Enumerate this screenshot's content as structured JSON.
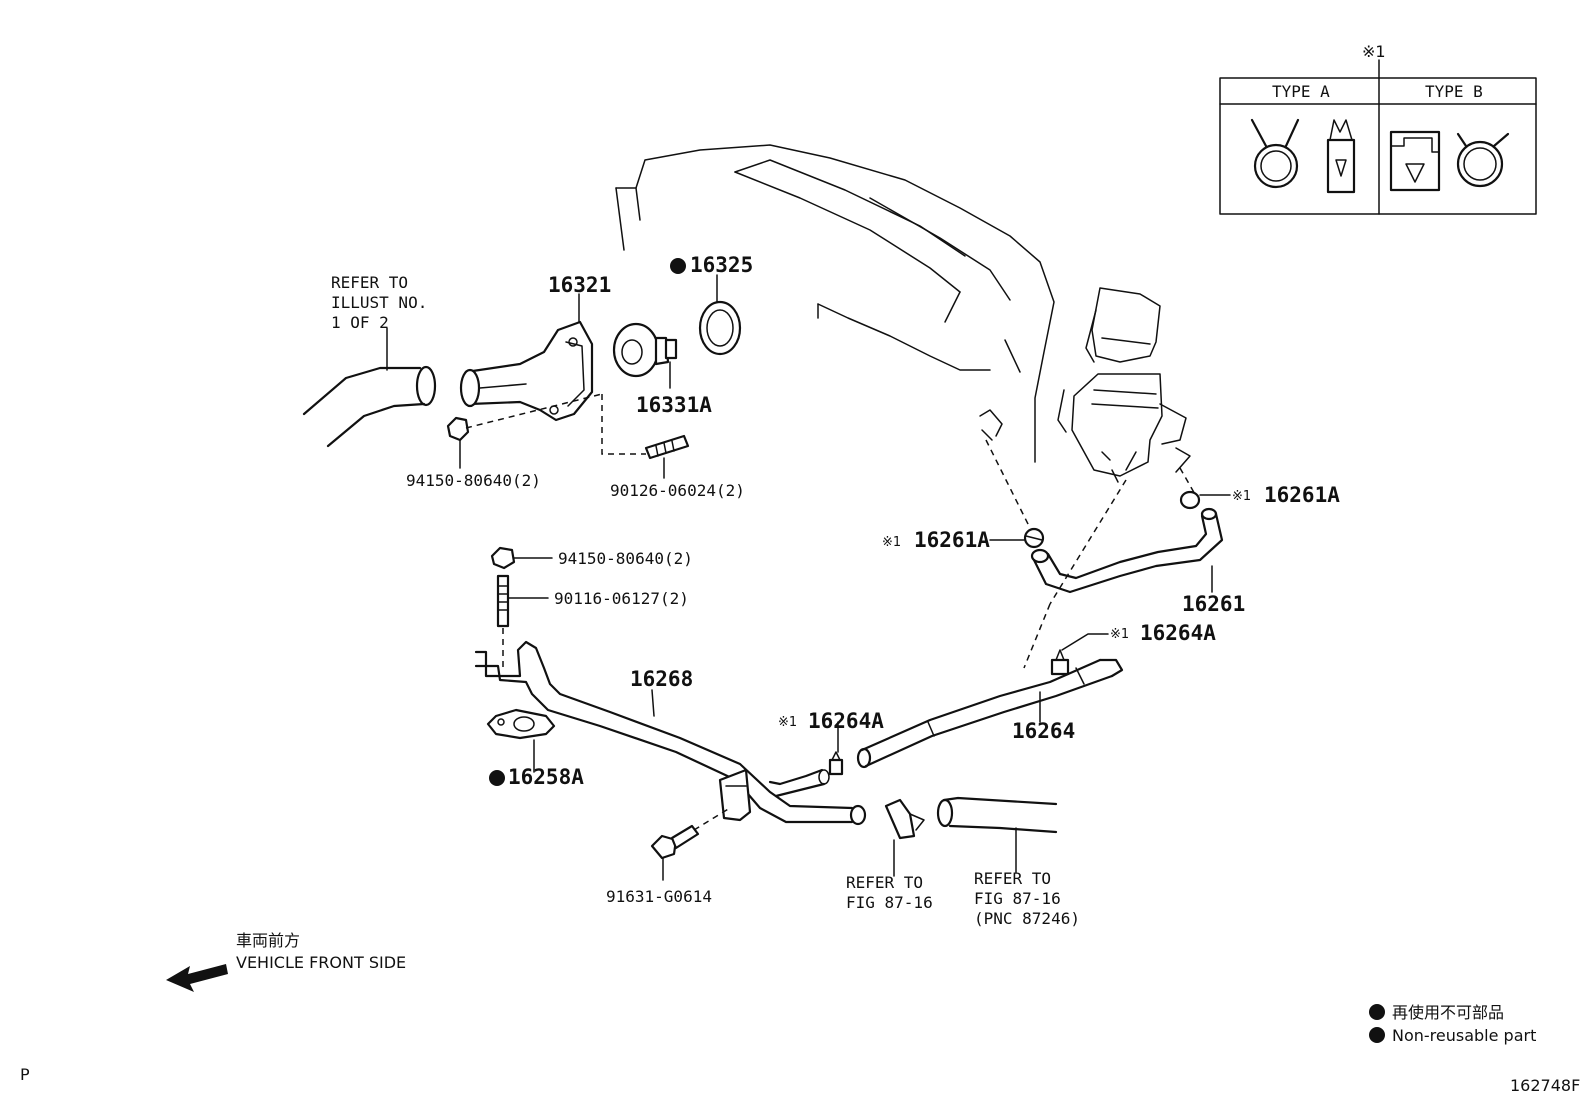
{
  "clip_legend": {
    "marker": "※1",
    "type_a": "TYPE A",
    "type_b": "TYPE B"
  },
  "parts": {
    "p16321": "16321",
    "p16325": "16325",
    "p16331A": "16331A",
    "p94150_top": "94150-80640(2)",
    "p90126": "90126-06024(2)",
    "p94150_mid": "94150-80640(2)",
    "p90116": "90116-06127(2)",
    "p16268": "16268",
    "p16258A": "16258A",
    "p91631": "91631-G0614",
    "p16261A_left": "16261A",
    "p16261A_right": "16261A",
    "p16261": "16261",
    "p16264A_right": "16264A",
    "p16264A_left": "16264A",
    "p16264": "16264",
    "clip_marker": "※1"
  },
  "refs": {
    "illust_line1": "REFER TO",
    "illust_line2": "ILLUST NO.",
    "illust_line3": "1 OF 2",
    "fig_a_line1": "REFER TO",
    "fig_a_line2": "FIG 87-16",
    "fig_b_line1": "REFER TO",
    "fig_b_line2": "FIG 87-16",
    "fig_b_line3": "(PNC 87246)"
  },
  "orientation": {
    "jp": "車両前方",
    "en": "VEHICLE FRONT SIDE"
  },
  "legend": {
    "jp": "再使用不可部品",
    "en": "Non-reusable part"
  },
  "corner_letter": "P",
  "figure_id": "162748F"
}
